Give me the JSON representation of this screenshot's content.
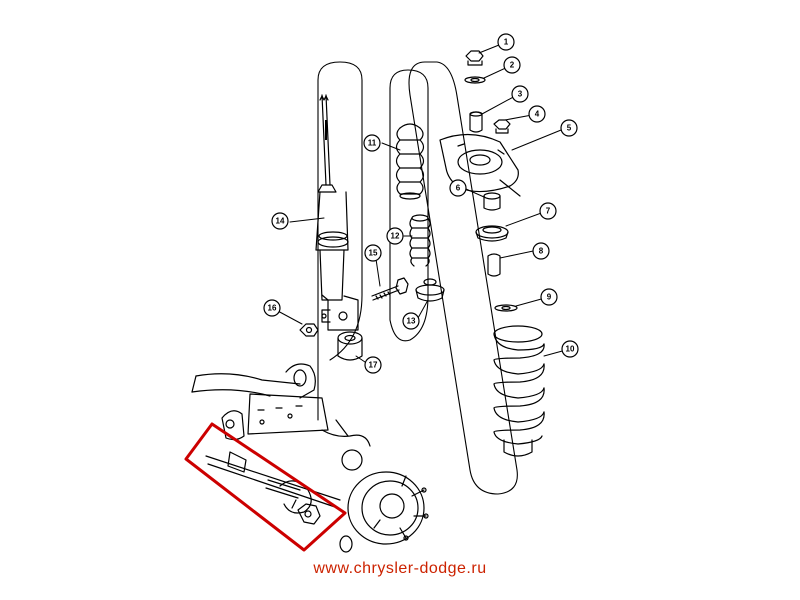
{
  "callouts": [
    "1",
    "2",
    "3",
    "4",
    "5",
    "6",
    "7",
    "8",
    "9",
    "10",
    "11",
    "12",
    "13",
    "14",
    "15",
    "16",
    "17"
  ],
  "footer": {
    "url": "www.chrysler-dodge.ru"
  },
  "colors": {
    "line": "#000000",
    "highlight_box": "#cc0000",
    "footer_text": "#cc2200"
  },
  "icons": {
    "callout_marker": "numbered-circle-icon"
  }
}
